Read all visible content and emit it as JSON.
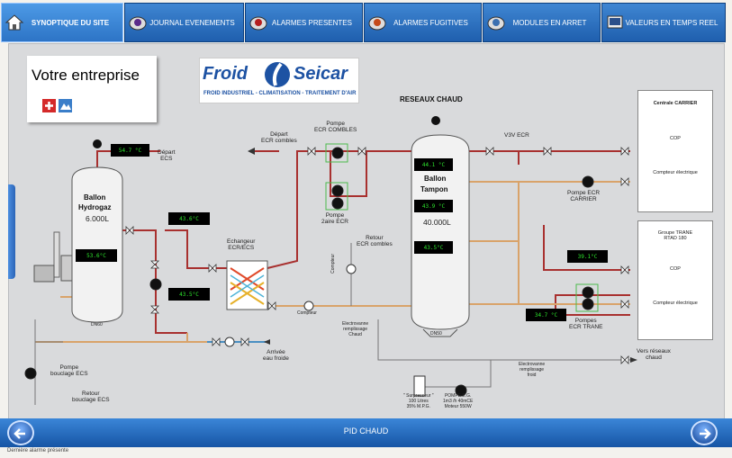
{
  "nav": {
    "tabs": [
      {
        "label": "SYNOPTIQUE DU SITE",
        "icon": "home-icon",
        "active": true
      },
      {
        "label": "JOURNAL EVENEMENTS",
        "icon": "journal-icon"
      },
      {
        "label": "ALARMES PRESENTES",
        "icon": "alarm-icon"
      },
      {
        "label": "ALARMES FUGITIVES",
        "icon": "fugitive-alarm-icon"
      },
      {
        "label": "MODULES  EN ARRET",
        "icon": "module-icon"
      },
      {
        "label": "VALEURS EN TEMPS REEL",
        "icon": "realtime-icon"
      }
    ]
  },
  "company": {
    "name": "Votre entreprise"
  },
  "logo": {
    "brand_left": "Froid",
    "brand_right": "Seicar",
    "tagline": "FROID INDUSTRIEL - CLIMATISATION - TRAITEMENT D'AIR"
  },
  "diagram": {
    "title": "RESEAUX CHAUD",
    "ballon_hydrogaz": {
      "name_1": "Ballon",
      "name_2": "Hydrogaz",
      "volume": "6.000L",
      "dn": "DN60"
    },
    "ballon_tampon": {
      "name_1": "Ballon",
      "name_2": "Tampon",
      "volume": "40.000L",
      "dn": "DN50"
    },
    "values": {
      "depart_ecs": "54.7 °C",
      "hydrogaz_mid": "53.6°C",
      "echangeur_in": "43.6°C",
      "echangeur_out": "43.5°C",
      "tampon_top": "44.1 °C",
      "tampon_mid": "43.9 °C",
      "tampon_bottom": "43.5°C",
      "carrier_return": "39.1°C",
      "trane_out": "34.7 °C"
    },
    "labels": {
      "depart_ecs": "Départ\nECS",
      "depart_ecr": "Départ\nECR combles",
      "pompe_ecr_combles": "Pompe\nECR COMBLES",
      "pompe_2aire": "Pompe\n2aire ECR",
      "retour_ecr": "Retour\nECR combles",
      "echangeur": "Echangeur\nECR/ECS",
      "compteur": "Compteur",
      "compteur_v": "Compteur",
      "v3v": "V3V ECR",
      "pompe_carrier": "Pompe ECR\nCARRIER",
      "pompes_trane": "Pompes\nECR TRANE",
      "electrovanne_chaud": "Electrovanne\nremplissage\nChaud",
      "electrovanne_froid": "Electrovanne\nremplissage\nfroid",
      "arrivee_eau": "Arrivée\neau froide",
      "pompe_bouclage": "Pompe\nbouclage ECS",
      "retour_bouclage": "Retour\nbouclage ECS",
      "vers_reseaux": "Vers réseaux\nchaud",
      "surpresseur": "\" Surpresseur \"\n100 Litres\n35% M.P.G.",
      "pompe_eg": "POMPE E.G.\n1m3 /h 40mCE\nMoteur 550W"
    },
    "carrier": {
      "title": "Centrale CARRIER",
      "cop": "COP",
      "meter": "Compteur électrique"
    },
    "trane": {
      "title": "Groupe TRANE\nRTAD 180",
      "cop": "COP",
      "meter": "Compteur électrique"
    }
  },
  "footer": {
    "title": "PID CHAUD"
  },
  "status": {
    "text": "Dernière alarme présente"
  },
  "colors": {
    "hot_pipe": "#a8302f",
    "warm_pipe": "#d9a36a",
    "cold_pipe": "#4a8fc2",
    "return_pipe": "#8a8a8a",
    "nav_blue": "#1f5fae"
  }
}
